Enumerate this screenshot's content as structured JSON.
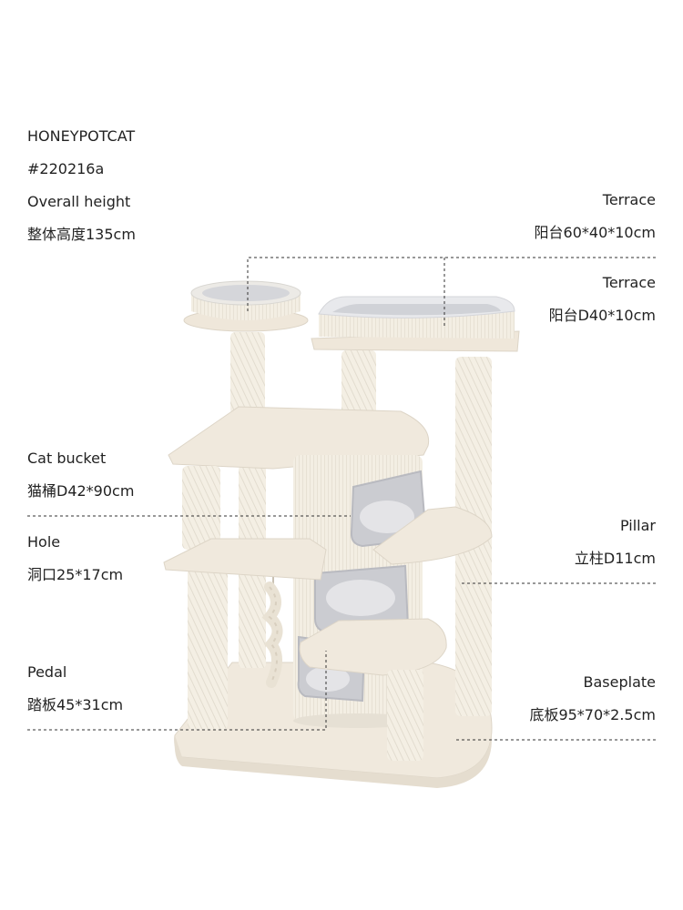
{
  "brand": "HONEYPOTCAT",
  "model": "#220216a",
  "overall": {
    "label": "Overall height",
    "value": "整体高度135cm"
  },
  "terrace_large": {
    "label": "Terrace",
    "value": "阳台60*40*10cm"
  },
  "terrace_small": {
    "label": "Terrace",
    "value": "阳台D40*10cm"
  },
  "cat_bucket": {
    "label": "Cat bucket",
    "value": "猫桶D42*90cm"
  },
  "hole": {
    "label": "Hole",
    "value": "洞口25*17cm"
  },
  "pedal": {
    "label": "Pedal",
    "value": "踏板45*31cm"
  },
  "pillar": {
    "label": "Pillar",
    "value": "立柱D11cm"
  },
  "baseplate": {
    "label": "Baseplate",
    "value": "底板95*70*2.5cm"
  },
  "colors": {
    "wood": "#efe7da",
    "sisal": "#f4efe4",
    "plush": "#c9cbd0",
    "line": "#333333"
  }
}
